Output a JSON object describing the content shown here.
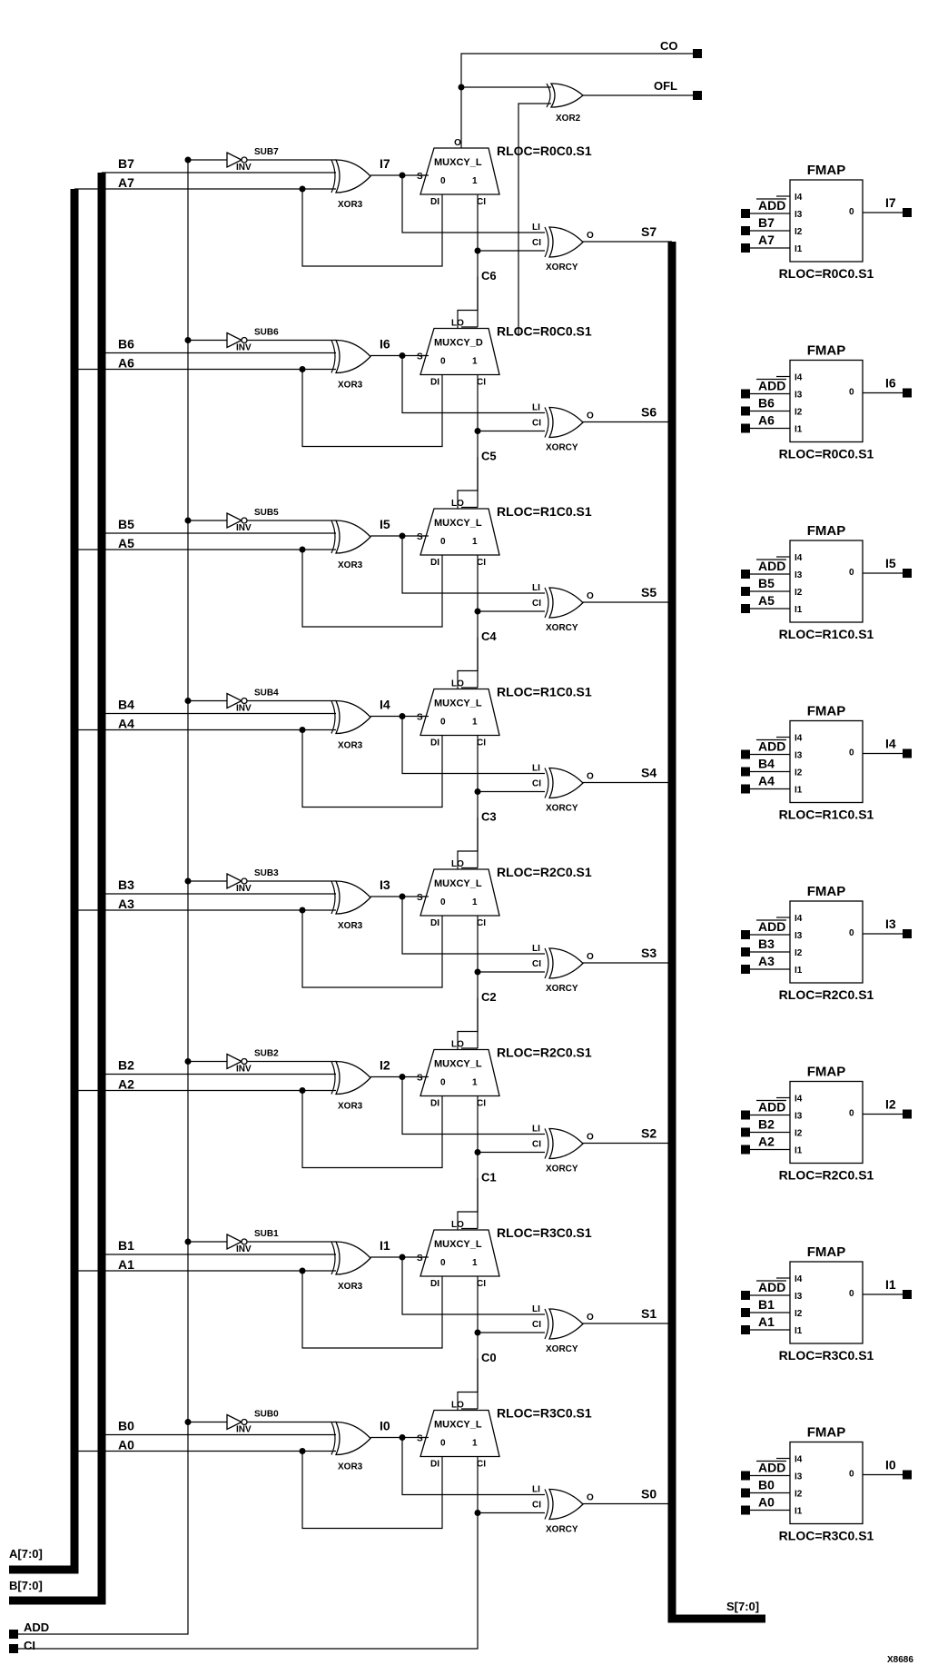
{
  "diagram_code": "X8686",
  "buses": {
    "a": "A[7:0]",
    "b": "B[7:0]",
    "s": "S[7:0]"
  },
  "ports": {
    "add": "ADD",
    "ci": "CI",
    "co": "CO",
    "ofl": "OFL"
  },
  "top_xor": "XOR2",
  "labels": {
    "xor3": "XOR3",
    "xorcy": "XORCY",
    "inv": "INV",
    "fmap": "FMAP",
    "o": "O",
    "lo": "LO",
    "li": "LI",
    "ci_pin": "CI",
    "di": "DI",
    "s_pin": "S",
    "zero": "0",
    "one": "1",
    "i1": "I1",
    "i2": "I2",
    "i3": "I3",
    "i4": "I4"
  },
  "stages": [
    {
      "a": "A7",
      "b": "B7",
      "sub": "SUB7",
      "i": "I7",
      "s": "S7",
      "mux": "MUXCY_L",
      "mux_out": "O",
      "rloc": "RLOC=R0C0.S1",
      "carry": "C6"
    },
    {
      "a": "A6",
      "b": "B6",
      "sub": "SUB6",
      "i": "I6",
      "s": "S6",
      "mux": "MUXCY_D",
      "mux_out": "LO",
      "rloc": "RLOC=R0C0.S1",
      "carry": "C5"
    },
    {
      "a": "A5",
      "b": "B5",
      "sub": "SUB5",
      "i": "I5",
      "s": "S5",
      "mux": "MUXCY_L",
      "mux_out": "LO",
      "rloc": "RLOC=R1C0.S1",
      "carry": "C4"
    },
    {
      "a": "A4",
      "b": "B4",
      "sub": "SUB4",
      "i": "I4",
      "s": "S4",
      "mux": "MUXCY_L",
      "mux_out": "LO",
      "rloc": "RLOC=R1C0.S1",
      "carry": "C3"
    },
    {
      "a": "A3",
      "b": "B3",
      "sub": "SUB3",
      "i": "I3",
      "s": "S3",
      "mux": "MUXCY_L",
      "mux_out": "LO",
      "rloc": "RLOC=R2C0.S1",
      "carry": "C2"
    },
    {
      "a": "A2",
      "b": "B2",
      "sub": "SUB2",
      "i": "I2",
      "s": "S2",
      "mux": "MUXCY_L",
      "mux_out": "LO",
      "rloc": "RLOC=R2C0.S1",
      "carry": "C1"
    },
    {
      "a": "A1",
      "b": "B1",
      "sub": "SUB1",
      "i": "I1",
      "s": "S1",
      "mux": "MUXCY_L",
      "mux_out": "LO",
      "rloc": "RLOC=R3C0.S1",
      "carry": "C0"
    },
    {
      "a": "A0",
      "b": "B0",
      "sub": "SUB0",
      "i": "I0",
      "s": "S0",
      "mux": "MUXCY_L",
      "mux_out": "LO",
      "rloc": "RLOC=R3C0.S1",
      "carry": ""
    }
  ]
}
